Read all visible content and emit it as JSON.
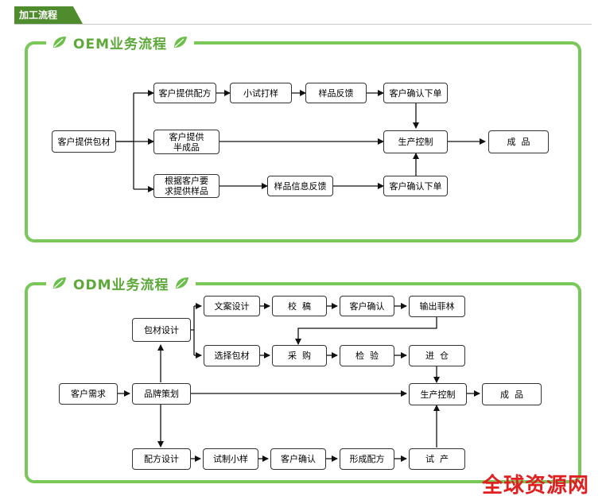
{
  "header": {
    "title": "加工流程"
  },
  "oem": {
    "title": "OEM业务流程",
    "nodes": {
      "customer_material": "客户提供包材",
      "customer_formula": "客户提供配方",
      "small_sample": "小试打样",
      "sample_feedback": "样品反馈",
      "confirm_top": "客户确认下单",
      "semi_product": "客户提供\n半成品",
      "production": "生产控制",
      "finished": "成  品",
      "by_sample": "根据客户要\n求提供样品",
      "sample_info_feedback": "样品信息反馈",
      "confirm_bottom": "客户确认下单"
    }
  },
  "odm": {
    "title": "ODM业务流程",
    "nodes": {
      "customer_need": "客户需求",
      "brand_plan": "品牌策划",
      "package_design": "包材设计",
      "copy_design": "文案设计",
      "proofread": "校  稿",
      "customer_confirm_1": "客户确认",
      "output_film": "输出菲林",
      "choose_package": "选择包材",
      "purchase": "采  购",
      "inspect": "检  验",
      "warehouse": "进  仓",
      "production": "生产控制",
      "finished": "成  品",
      "formula_design": "配方设计",
      "trial_sample": "试制小样",
      "customer_confirm_2": "客户确认",
      "form_formula": "形成配方",
      "trial_production": "试  产"
    }
  },
  "watermark": "全球资源网",
  "colors": {
    "green_border": "#7ac85a",
    "green_title": "#5ca93a",
    "header_bg": "#4e8c2e",
    "watermark": "#e02020"
  }
}
